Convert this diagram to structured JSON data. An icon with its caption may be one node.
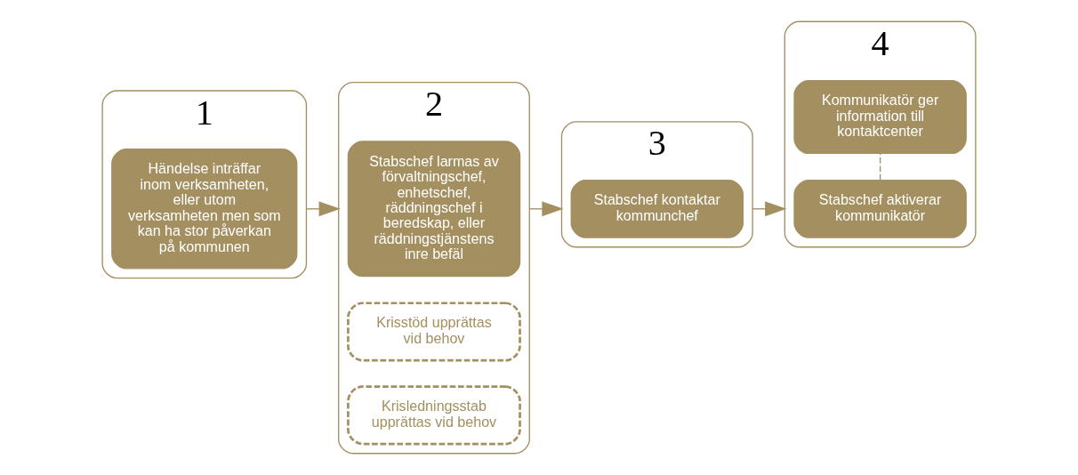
{
  "diagram": {
    "nodes": [
      {
        "text": [
          "1"
        ]
      },
      {
        "text": [
          "Händelse inträffar inom verksamheten, eller utom verksamheten men som kan ha stor påverkan på kommunen"
        ],
        "in": 0
      },
      {
        "text": [
          "2"
        ]
      },
      {
        "text": [
          "Stabschef larmas av förvaltningschef, enhetschef, räddningschef i beredskap, eller räddningstjänstens inre befäl"
        ],
        "in": 2
      },
      {
        "text": [
          "Krisstöd upprättas vid behov"
        ],
        "in": 2
      },
      {
        "text": [
          "Krisledningsstab upprättas vid behov"
        ],
        "in": 2
      },
      {
        "text": [
          "3"
        ]
      },
      {
        "text": [
          "Stabschef kontaktar kommunchef"
        ],
        "in": 6
      },
      {
        "text": [
          "4"
        ]
      },
      {
        "text": [
          "Stabschef aktiverar kommunikatör"
        ],
        "in": 8
      },
      {
        "text": [
          "Kommunikatör ger information till kontaktcenter"
        ],
        "in": 8
      }
    ],
    "edges": [
      {
        "from": 0,
        "to": 2,
        "arrow": "to"
      },
      {
        "from": 2,
        "to": 6,
        "arrow": "to"
      },
      {
        "from": 6,
        "to": 8,
        "arrow": "to"
      },
      {
        "from": 9,
        "to": 10,
        "arrow": "none",
        "style": "dashed"
      }
    ]
  }
}
